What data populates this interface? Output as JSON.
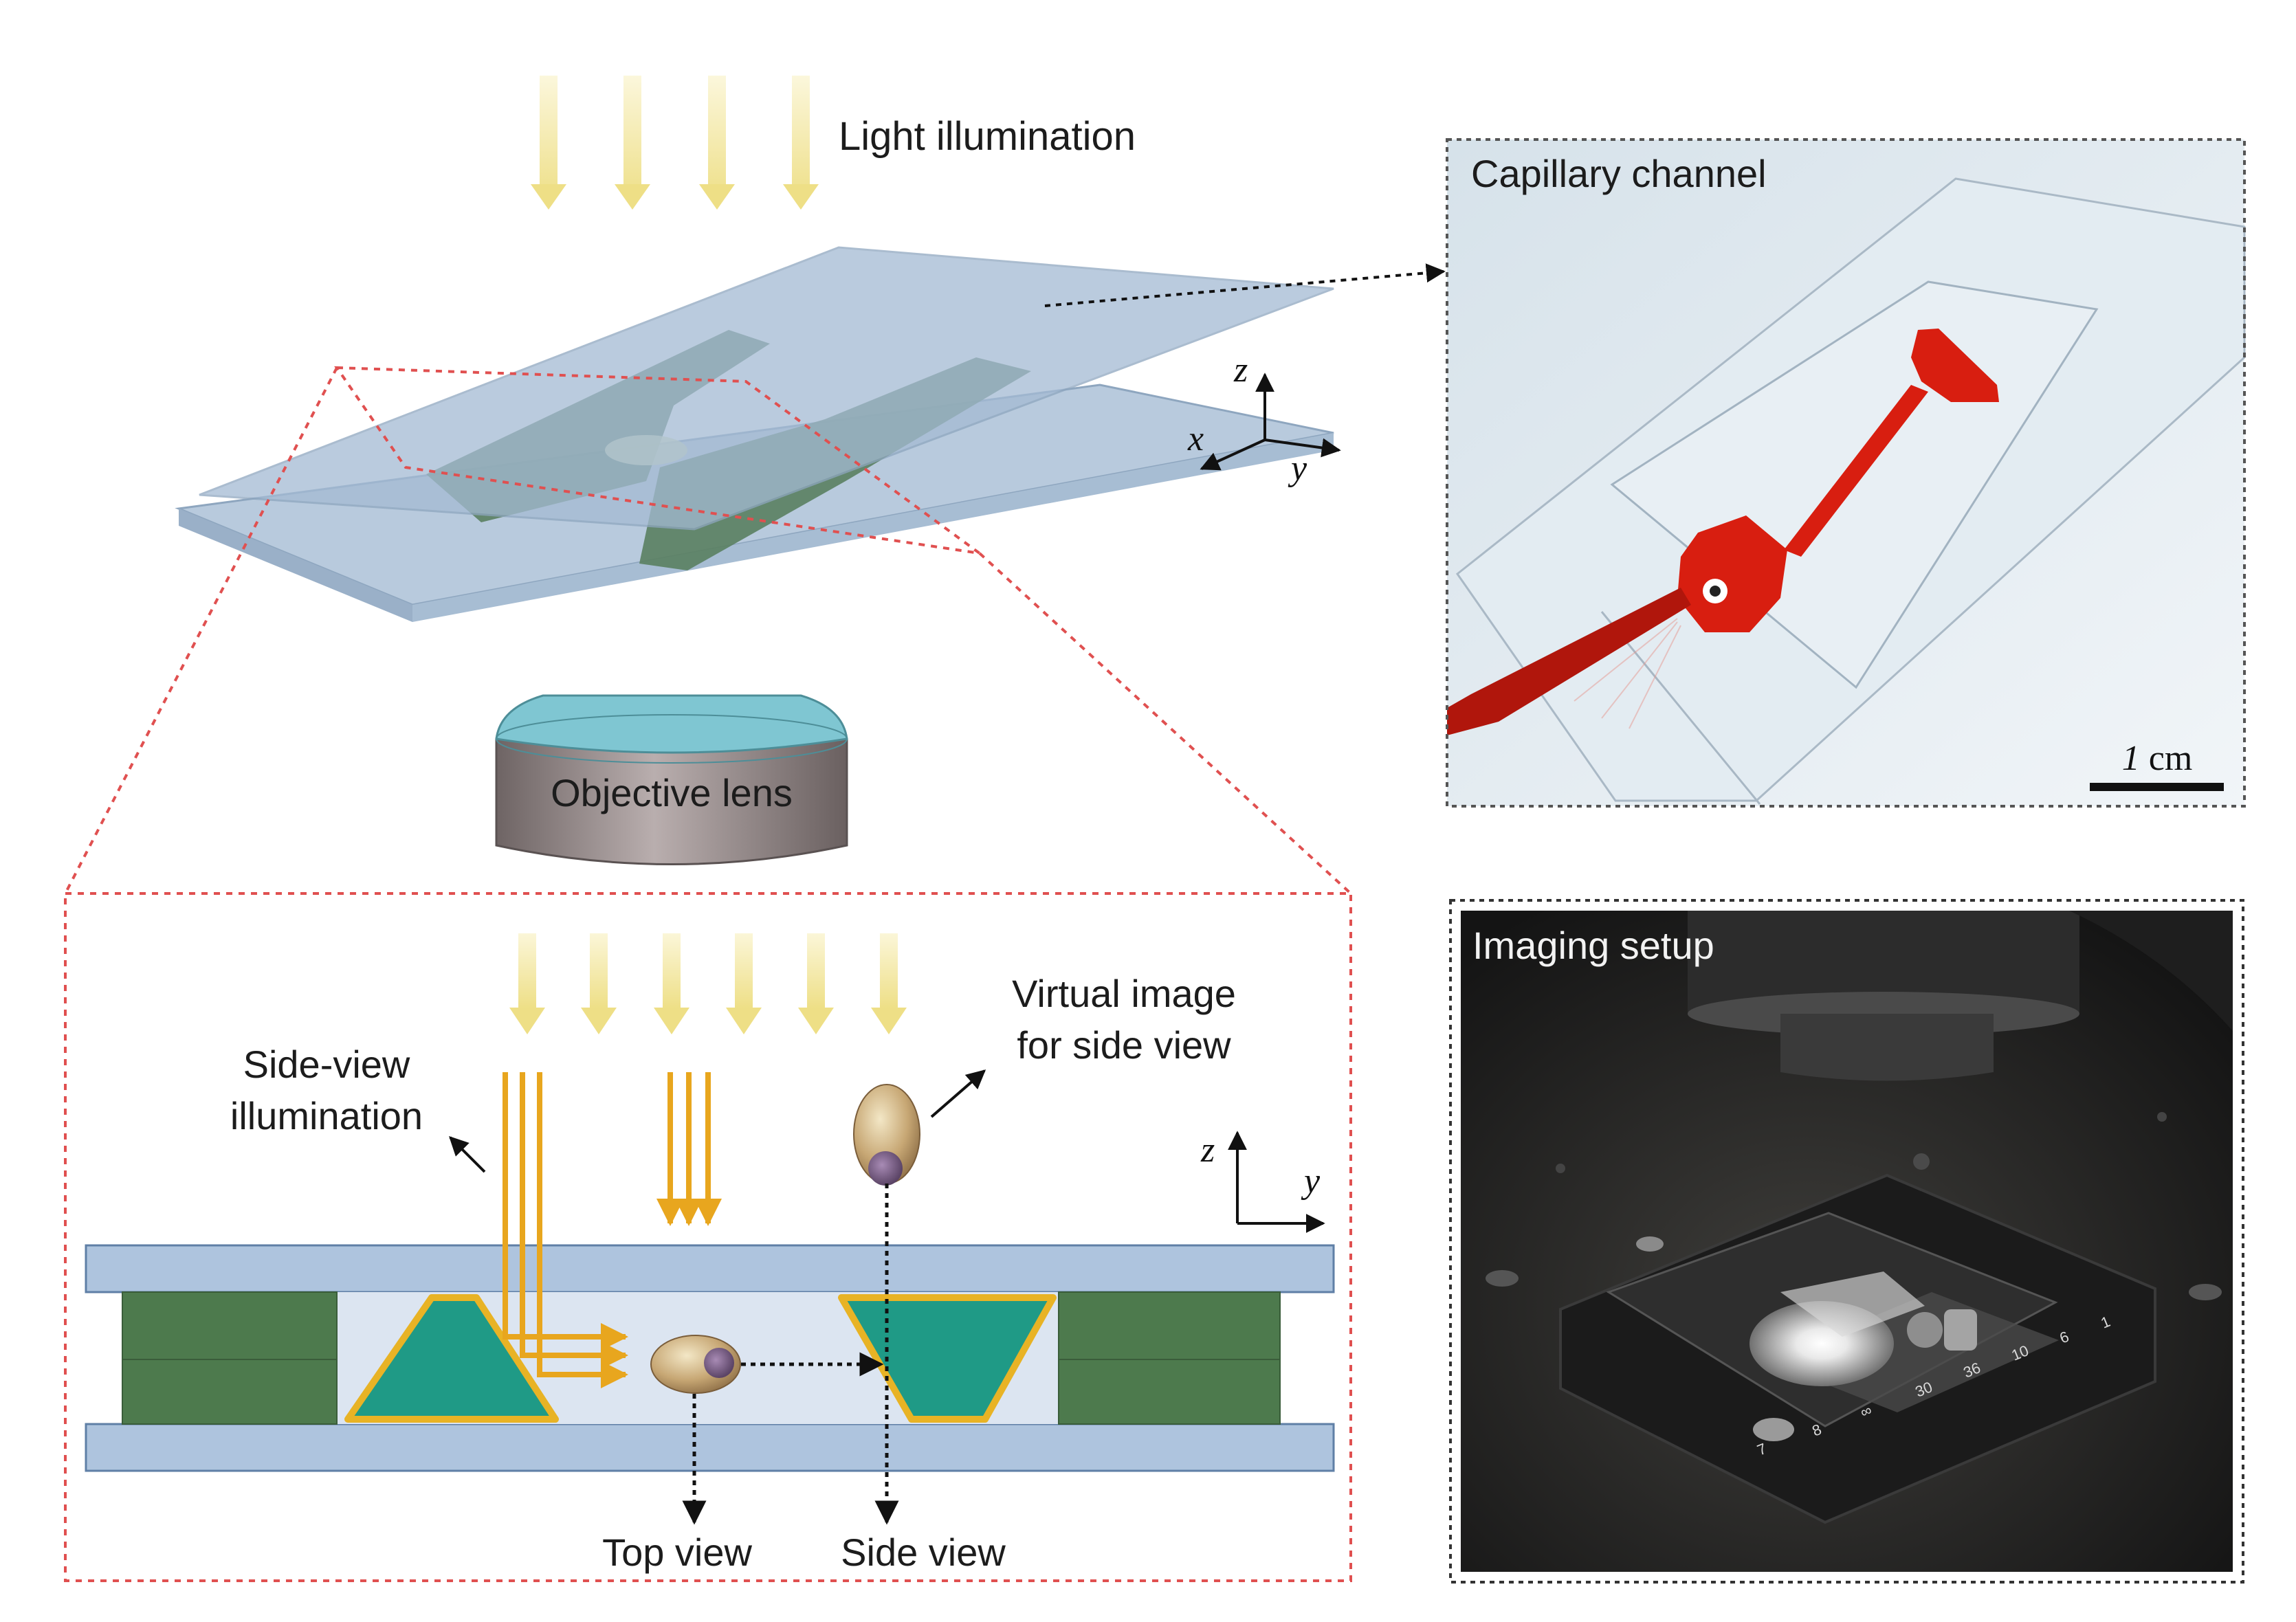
{
  "labels": {
    "light_illumination": "Light illumination",
    "objective_lens": "Objective lens",
    "side_view_illumination_line1": "Side-view",
    "side_view_illumination_line2": "illumination",
    "virtual_image_line1": "Virtual image",
    "virtual_image_line2": "for side view",
    "top_view": "Top view",
    "side_view": "Side view"
  },
  "axes_3d": {
    "z": "z",
    "x": "x",
    "y": "y"
  },
  "axes_2d": {
    "z": "z",
    "y": "y"
  },
  "photo_panels": {
    "capillary_channel": {
      "title": "Capillary channel",
      "scale_value": "1",
      "scale_unit": " cm"
    },
    "imaging_setup": {
      "title": "Imaging setup"
    }
  },
  "stage_marks": [
    "7",
    "8",
    "∞",
    "30",
    "36",
    "10",
    "6",
    "1"
  ],
  "colors": {
    "light_arrow": "#f3e9a0",
    "beam": "#e8a61e",
    "glass": "#a9c0da",
    "channel_dark": "#4f7a52",
    "prism": "#1f9a86",
    "prism_border": "#e8b325",
    "callout": "#e05050",
    "red_channel": "#d81e10"
  }
}
